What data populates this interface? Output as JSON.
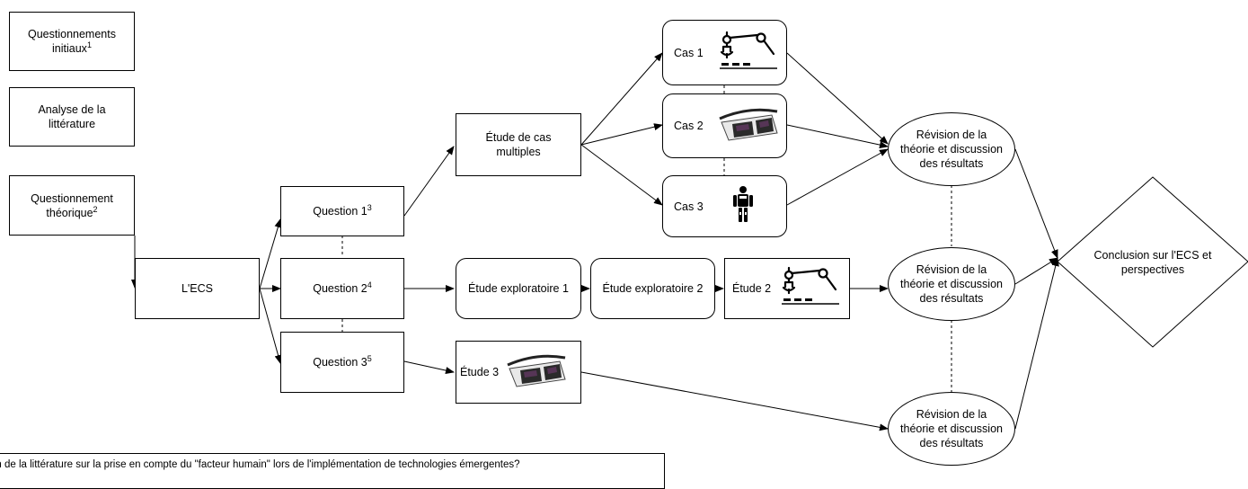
{
  "nodes": {
    "q_initiaux": "Questionnements",
    "q_initiaux_2": "initiaux",
    "q_initiaux_sup": "1",
    "analyse_1": "Analyse de la",
    "analyse_2": "littérature",
    "q_theorique_1": "Questionnement",
    "q_theorique_2": "théorique",
    "q_theorique_sup": "2",
    "ecs": "L'ECS",
    "question1": "Question 1",
    "question1_sup": "3",
    "question2": "Question 2",
    "question2_sup": "4",
    "question3": "Question 3",
    "question3_sup": "5",
    "etude_cas_1": "Étude de cas",
    "etude_cas_2": "multiples",
    "cas1": "Cas 1",
    "cas2": "Cas 2",
    "cas3": "Cas 3",
    "explo1": "Étude exploratoire 1",
    "explo2": "Étude exploratoire 2",
    "etude2": "Étude 2",
    "etude3": "Étude 3",
    "revision_1": "Révision de la",
    "revision_2": "théorie et discussion",
    "revision_3": "des résultats",
    "conclusion_1": "Conclusion sur l'ECS et",
    "conclusion_2": "perspectives"
  },
  "footnote": "on de la littérature sur la prise en compte du \"facteur humain\" lors de l'implémentation de technologies émergentes?",
  "icons": {
    "cas1": "robot-arm-icon",
    "cas2": "vr-headset-icon",
    "cas3": "exoskeleton-icon",
    "etude2": "robot-arm-icon",
    "etude3": "vr-headset-icon"
  }
}
